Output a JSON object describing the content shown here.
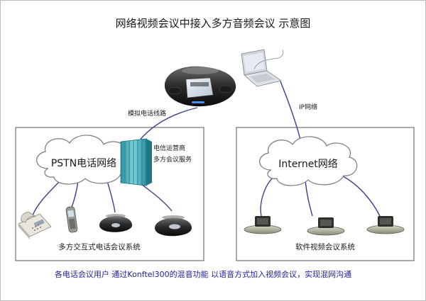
{
  "title": "网络视频会议中接入多方音频会议 示意图",
  "link_analog": "模拟电话线路",
  "link_ip": "IP网络",
  "pstn_cloud": "PSTN电话网络",
  "internet_cloud": "Internet网络",
  "operator_line1": "电信运营商",
  "operator_line2": "多方会议服务",
  "left_system_caption": "多方交互式电话会议系统",
  "right_system_caption": "软件视频会议系统",
  "footer": "各电话会议用户 通过Konftel300的混音功能 以语音方式加入视频会议，实现混网沟通",
  "colors": {
    "link_line": "#3a3e8c",
    "box_border": "#555555",
    "footer_text": "#1d1d9e",
    "server_teal": "#35a7b6"
  },
  "icons": [
    "conference-phone-icon",
    "laptop-icon",
    "server-icon",
    "desk-phone-icon",
    "mobile-phone-icon",
    "webcam-icon"
  ]
}
